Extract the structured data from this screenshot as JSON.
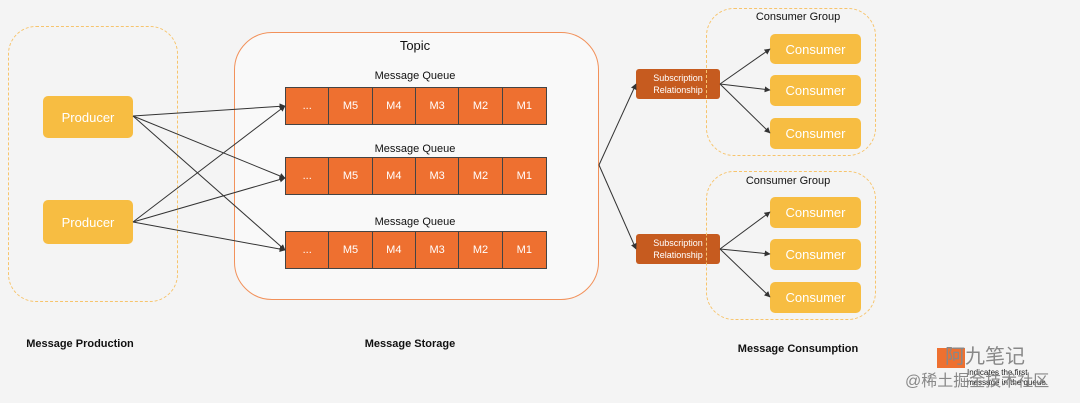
{
  "sections": {
    "production": "Message Production",
    "storage": "Message Storage",
    "consumption": "Message Consumption"
  },
  "topic_title": "Topic",
  "producers": [
    "Producer",
    "Producer"
  ],
  "queues": [
    {
      "title": "Message Queue",
      "cells": [
        "...",
        "M5",
        "M4",
        "M3",
        "M2",
        "M1"
      ]
    },
    {
      "title": "Message Queue",
      "cells": [
        "...",
        "M5",
        "M4",
        "M3",
        "M2",
        "M1"
      ]
    },
    {
      "title": "Message Queue",
      "cells": [
        "...",
        "M5",
        "M4",
        "M3",
        "M2",
        "M1"
      ]
    }
  ],
  "subscriptions": [
    "Subscription\nRelationship",
    "Subscription\nRelationship"
  ],
  "consumer_groups": [
    {
      "title": "Consumer Group",
      "consumers": [
        "Consumer",
        "Consumer",
        "Consumer"
      ]
    },
    {
      "title": "Consumer Group",
      "consumers": [
        "Consumer",
        "Consumer",
        "Consumer"
      ]
    }
  ],
  "legend_note": "Indicates the first message in the queue.",
  "watermark": {
    "line1": "阿九笔记",
    "line2": "@稀土掘金技术社区"
  },
  "colors": {
    "producer": "#f7bd42",
    "queue_cell": "#ee7030",
    "subscription": "#c65b1f",
    "dashed_border": "#f7c46c",
    "topic_border": "#f2915a"
  }
}
